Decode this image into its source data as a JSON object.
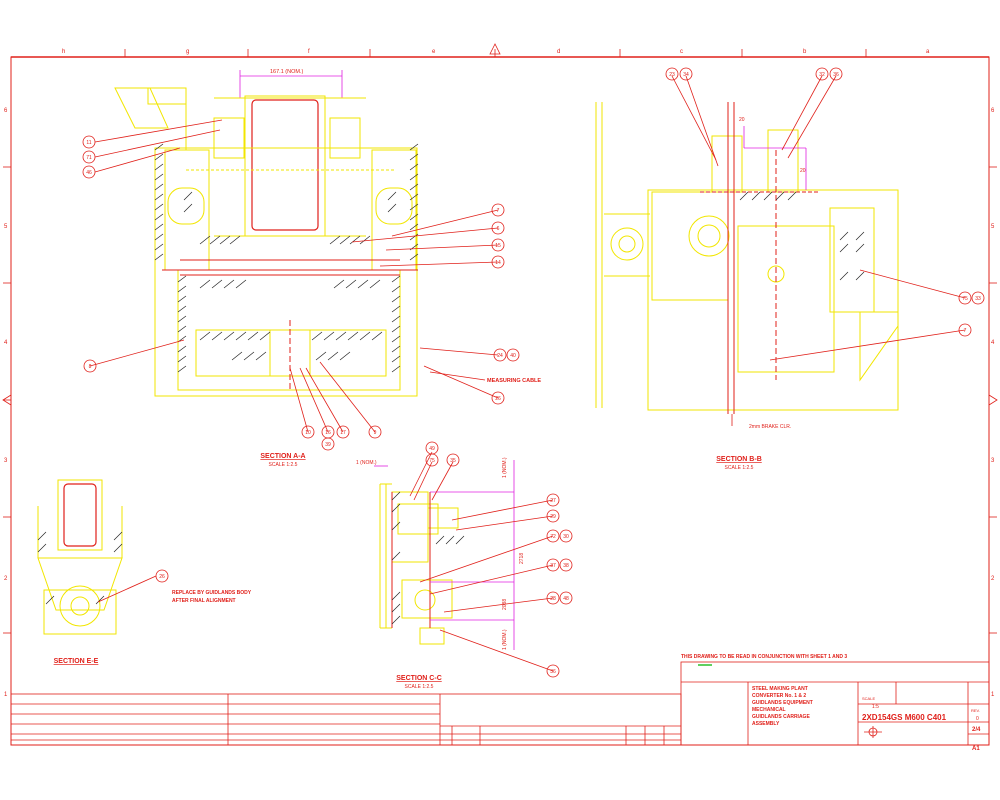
{
  "grid": {
    "columns": [
      "h",
      "g",
      "f",
      "e",
      "d",
      "c",
      "b",
      "a"
    ],
    "rows": [
      "6",
      "5",
      "4",
      "3",
      "2",
      "1"
    ]
  },
  "dimensions": {
    "top_width": "167.1 (NOM.)",
    "brake_gap": "20",
    "cc_left": "1 (NOM.)",
    "cc_top": "1 (NOM.)",
    "cc_mid": "2718",
    "cc_lower": "2088",
    "cc_bottom": "1 (NOM.)",
    "brake_clr": "2mm BRAKE CLR."
  },
  "sections": {
    "aa": {
      "title": "SECTION A-A",
      "scale": "SCALE 1:2.5"
    },
    "bb": {
      "title": "SECTION B-B",
      "scale": "SCALE 1:2.5"
    },
    "cc": {
      "title": "SECTION C-C",
      "scale": "SCALE 1:2.5"
    },
    "ee": {
      "title": "SECTION E-E"
    }
  },
  "notes": {
    "measuring_cable": "MEASURING CABLE",
    "replace_1": "REPLACE BY GUIDLANDS BODY",
    "replace_2": "AFTER FINAL ALIGNMENT",
    "read_with": "THIS DRAWING TO BE READ IN CONJUNCTION WITH SHEET 1 AND 3"
  },
  "balloons": {
    "aa": [
      "11",
      "71",
      "46",
      "7",
      "6",
      "15",
      "14",
      "8",
      "24",
      "40",
      "26",
      "10",
      "16",
      "17",
      "9",
      "39"
    ],
    "bb": [
      "23",
      "34",
      "32",
      "36",
      "75",
      "33",
      "7"
    ],
    "cc": [
      "49",
      "75",
      "35",
      "27",
      "29",
      "72",
      "30",
      "37",
      "38",
      "28",
      "48",
      "36"
    ],
    "ee": "26"
  },
  "title_block": {
    "description": [
      "STEEL MAKING PLANT",
      "CONVERTER No. 1 & 2",
      "GUIDLANDS EQUIPMENT",
      "MECHANICAL",
      "GUIDLANDS CARRIAGE",
      "ASSEMBLY"
    ],
    "drawing_no": "2XD154GS M600 C401",
    "scale_label": "SCALE",
    "scale_value": "1:5",
    "sheet": "2/4",
    "size": "A1",
    "rev": "0",
    "rev_label": "REV."
  }
}
